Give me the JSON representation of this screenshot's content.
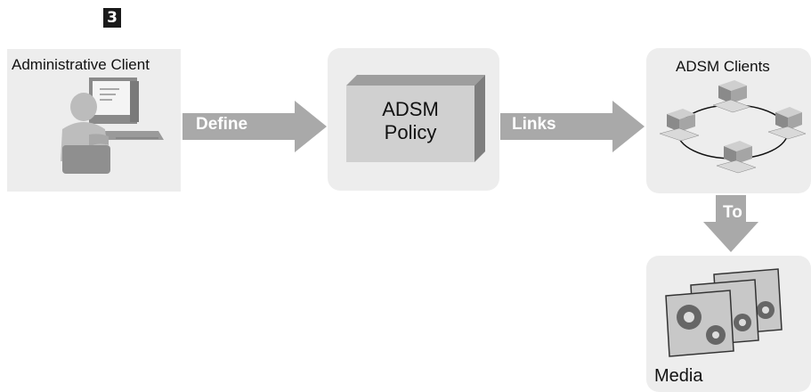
{
  "step_number": "3",
  "admin_client": {
    "label": "Administrative Client"
  },
  "define_arrow": {
    "label": "Define"
  },
  "policy_box": {
    "line1": "ADSM",
    "line2": "Policy"
  },
  "links_arrow": {
    "label": "Links"
  },
  "adsm_clients": {
    "label": "ADSM Clients"
  },
  "to_arrow": {
    "label": "To"
  },
  "media": {
    "label": "Media"
  }
}
